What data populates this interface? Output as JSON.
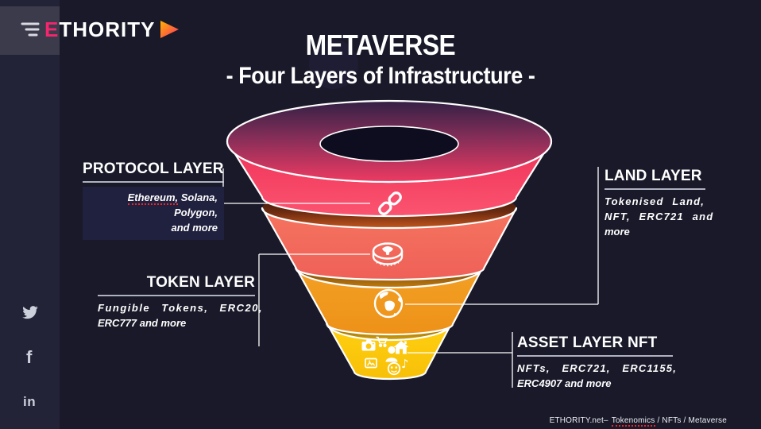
{
  "colors": {
    "background": "#191929",
    "sidebar_strip": "#232337",
    "logo_square": "#3b3b4b",
    "accent_pink": "#f5256e",
    "layer_protocol": "#f9445f",
    "layer_token": "#f2695c",
    "layer_land": "#f0981f",
    "layer_asset": "#fdc60b",
    "label_box": "#20203f",
    "spellcheck_red": "#e8262d"
  },
  "logo": {
    "first_letter": "E",
    "rest": "THORITY"
  },
  "title": {
    "line1": "METAVERSE",
    "line2": "- Four Layers of Infrastructure -"
  },
  "social": {
    "facebook_glyph": "f",
    "linkedin_glyph": "in"
  },
  "funnel": {
    "layers": [
      {
        "name": "Protocol Layer",
        "icon": "chain-link",
        "color": "#f9445f"
      },
      {
        "name": "Token Layer",
        "icon": "coin",
        "color": "#f2695c"
      },
      {
        "name": "Land Layer",
        "icon": "globe",
        "color": "#f0981f"
      },
      {
        "name": "Asset Layer NFT",
        "icon": "camera, shopping-cart, person, house, picture, robot, music-note",
        "color": "#fdc60b"
      }
    ]
  },
  "labels": {
    "protocol": {
      "title": "PROTOCOL LAYER",
      "desc_word": "Ethereum,",
      "desc_line1_rest": " Solana, Polygon,",
      "desc_line2": "and more"
    },
    "token": {
      "title": "TOKEN LAYER",
      "desc_line1": "Fungible Tokens, ERC20,",
      "desc_line2": "ERC777 and more"
    },
    "land": {
      "title": "LAND LAYER",
      "desc_line1": "Tokenised Land,",
      "desc_line2": "NFT, ERC721 and",
      "desc_line3": "more"
    },
    "asset": {
      "title": "ASSET LAYER NFT",
      "desc_line1": "NFTs, ERC721, ERC1155,",
      "desc_line2": "ERC4907 and more"
    }
  },
  "footer": {
    "site": "ETHORITY.net–",
    "spellcheck_word": "Tokenomics",
    "rest": " / NFTs / Metaverse"
  }
}
